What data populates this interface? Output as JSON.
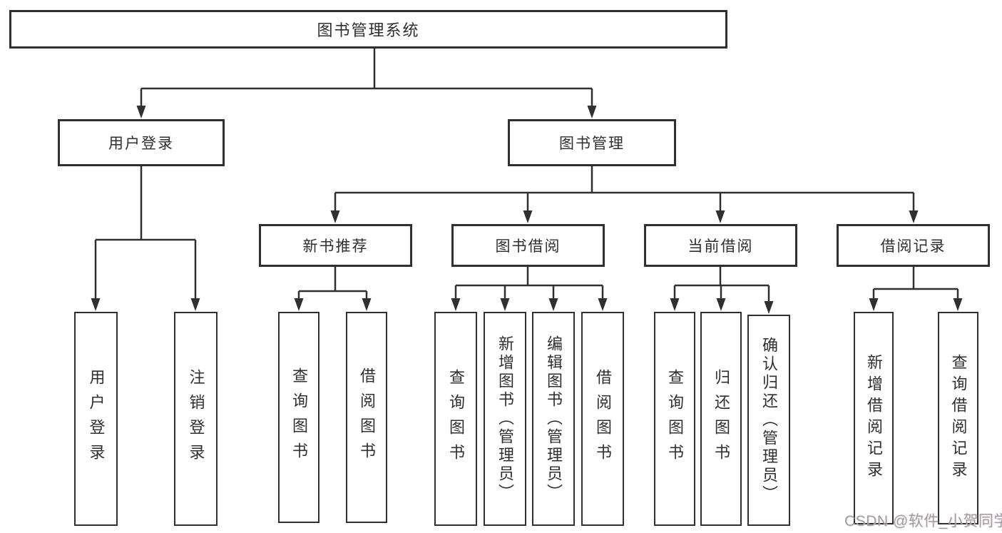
{
  "title": "图书管理系统",
  "nodes": {
    "user_login": {
      "label": "用户登录",
      "children": [
        "用户登录",
        "注销登录"
      ]
    },
    "book_management": {
      "label": "图书管理",
      "sections": [
        {
          "label": "新书推荐",
          "children": [
            "查询图书",
            "借阅图书"
          ]
        },
        {
          "label": "图书借阅",
          "children": [
            "查询图书",
            "新增图书（管理员）",
            "编辑图书（管理员）",
            "借阅图书"
          ]
        },
        {
          "label": "当前借阅",
          "children": [
            "查询图书",
            "归还图书",
            "确认归还（管理员）"
          ]
        },
        {
          "label": "借阅记录",
          "children": [
            "新增借阅记录",
            "查询借阅记录"
          ]
        }
      ]
    }
  },
  "watermark": "CSDN @软件_小贺同学",
  "colors": {
    "line": "#303030",
    "box_border": "#303030",
    "text": "#2f2f2f",
    "watermark": "#9e9ea4",
    "background": "#ffffff"
  }
}
